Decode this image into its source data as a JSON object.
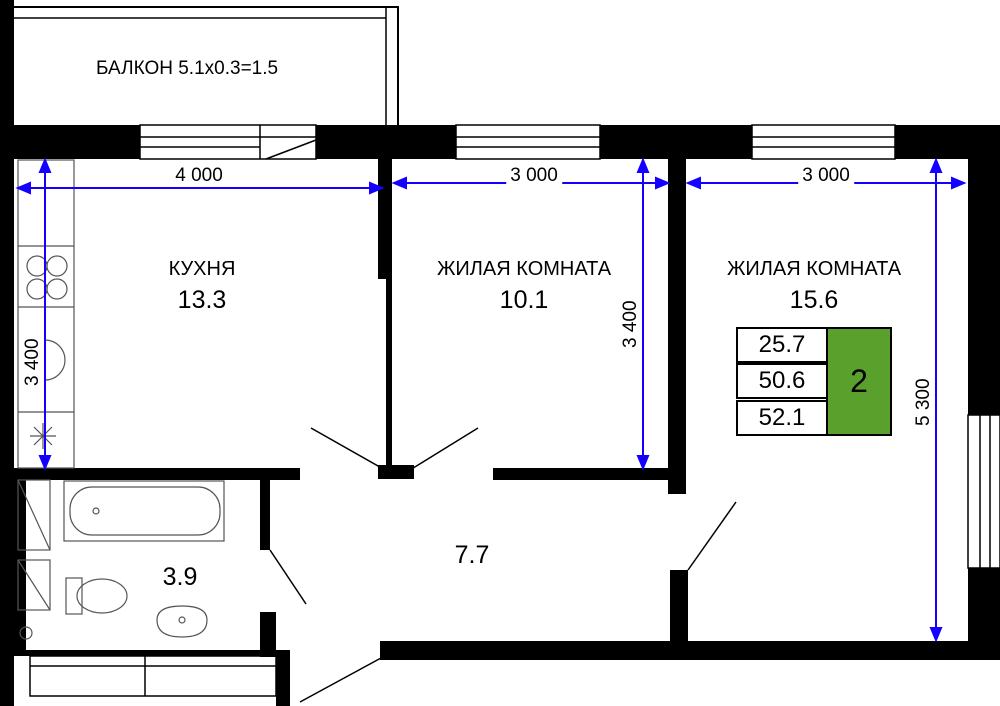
{
  "plan": {
    "balcony_label": "БАЛКОН 5.1x0.3=1.5",
    "rooms": {
      "kitchen": {
        "name": "КУХНЯ",
        "area": "13.3"
      },
      "living1": {
        "name": "ЖИЛАЯ КОМНАТА",
        "area": "10.1"
      },
      "living2": {
        "name": "ЖИЛАЯ КОМНАТА",
        "area": "15.6"
      },
      "bathroom": {
        "area": "3.9"
      },
      "hallway": {
        "area": "7.7"
      }
    },
    "dimensions": {
      "kitchen_width": "4 000",
      "living1_width": "3 000",
      "living2_width": "3 000",
      "kitchen_depth": "3 400",
      "living1_depth": "3 400",
      "living2_depth": "5 300"
    },
    "summary": {
      "values": [
        "25.7",
        "50.6",
        "52.1"
      ],
      "rooms_count": "2"
    },
    "colors": {
      "wall": "#000000",
      "dimension_line": "#1400ff",
      "badge": "#5aa02c",
      "fixture": "#555555"
    }
  }
}
